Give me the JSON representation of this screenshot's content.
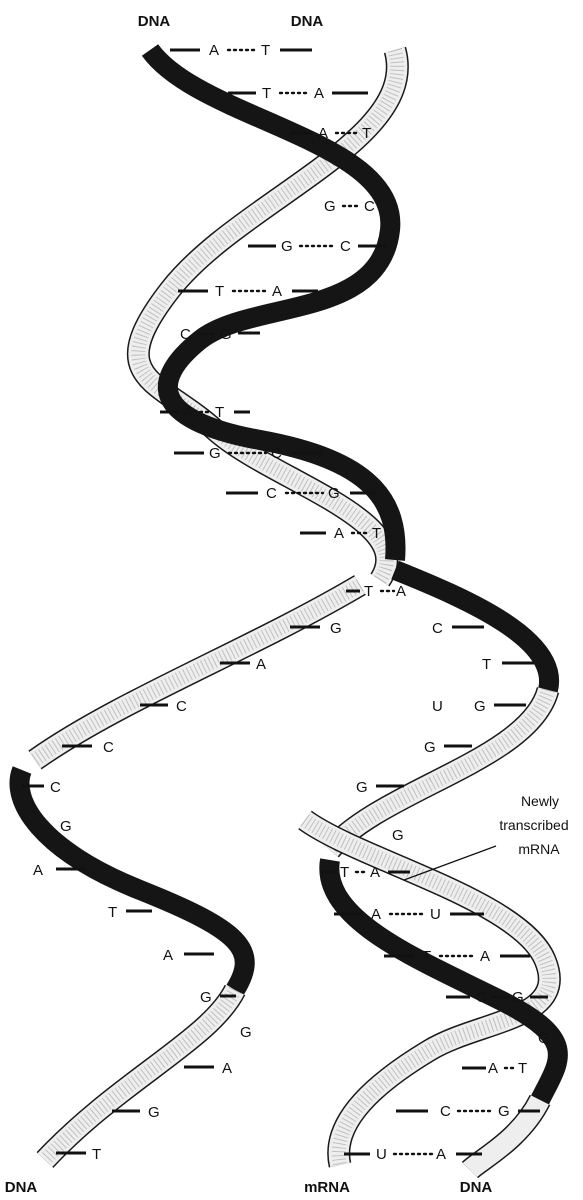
{
  "labels": {
    "top_left": "DNA",
    "top_right": "DNA",
    "bottom_left": "DNA",
    "bottom_middle": "mRNA",
    "bottom_right": "DNA"
  },
  "callout": {
    "line1": "Newly",
    "line2": "transcribed",
    "line3": "mRNA"
  },
  "colors": {
    "dark_strand": "#151515",
    "light_strand": "#eeeeee",
    "background": "#ffffff"
  },
  "pairs_upper": [
    {
      "l": "A",
      "r": "T",
      "bond": "3"
    },
    {
      "l": "T",
      "r": "A",
      "bond": "3"
    },
    {
      "l": "A",
      "r": "T",
      "bond": "2"
    },
    {
      "l": "G",
      "r": "C",
      "bond": "2"
    },
    {
      "l": "G",
      "r": "C",
      "bond": "3"
    },
    {
      "l": "T",
      "r": "A",
      "bond": "3"
    },
    {
      "l": "C",
      "r": "G",
      "bond": "2"
    },
    {
      "l": "A",
      "r": "T",
      "bond": "2"
    },
    {
      "l": "G",
      "r": "C",
      "bond": "3"
    },
    {
      "l": "C",
      "r": "G",
      "bond": "3"
    },
    {
      "l": "A",
      "r": "T",
      "bond": "2"
    },
    {
      "l": "T",
      "r": "A",
      "bond": "2"
    }
  ],
  "left_template_bases": [
    "G",
    "A",
    "C",
    "C",
    "C",
    "G",
    "A",
    "T",
    "A",
    "G",
    "G",
    "A",
    "G",
    "T"
  ],
  "right_coding_bases": [
    "C",
    "T",
    "G",
    "G",
    "G",
    "G"
  ],
  "mrna_start_base": "U",
  "pairs_lower": [
    {
      "l": "T",
      "r": "A",
      "bond": "2"
    },
    {
      "l": "A",
      "r": "U",
      "bond": "3"
    },
    {
      "l": "T",
      "r": "A",
      "bond": "3"
    },
    {
      "l": "C",
      "r": "G",
      "bond": "2"
    },
    {
      "l": "G",
      "r": "",
      "bond": "0"
    },
    {
      "l": "A",
      "r": "T",
      "bond": "2"
    },
    {
      "l": "C",
      "r": "G",
      "bond": "3"
    },
    {
      "l": "U",
      "r": "A",
      "bond": "3"
    }
  ]
}
